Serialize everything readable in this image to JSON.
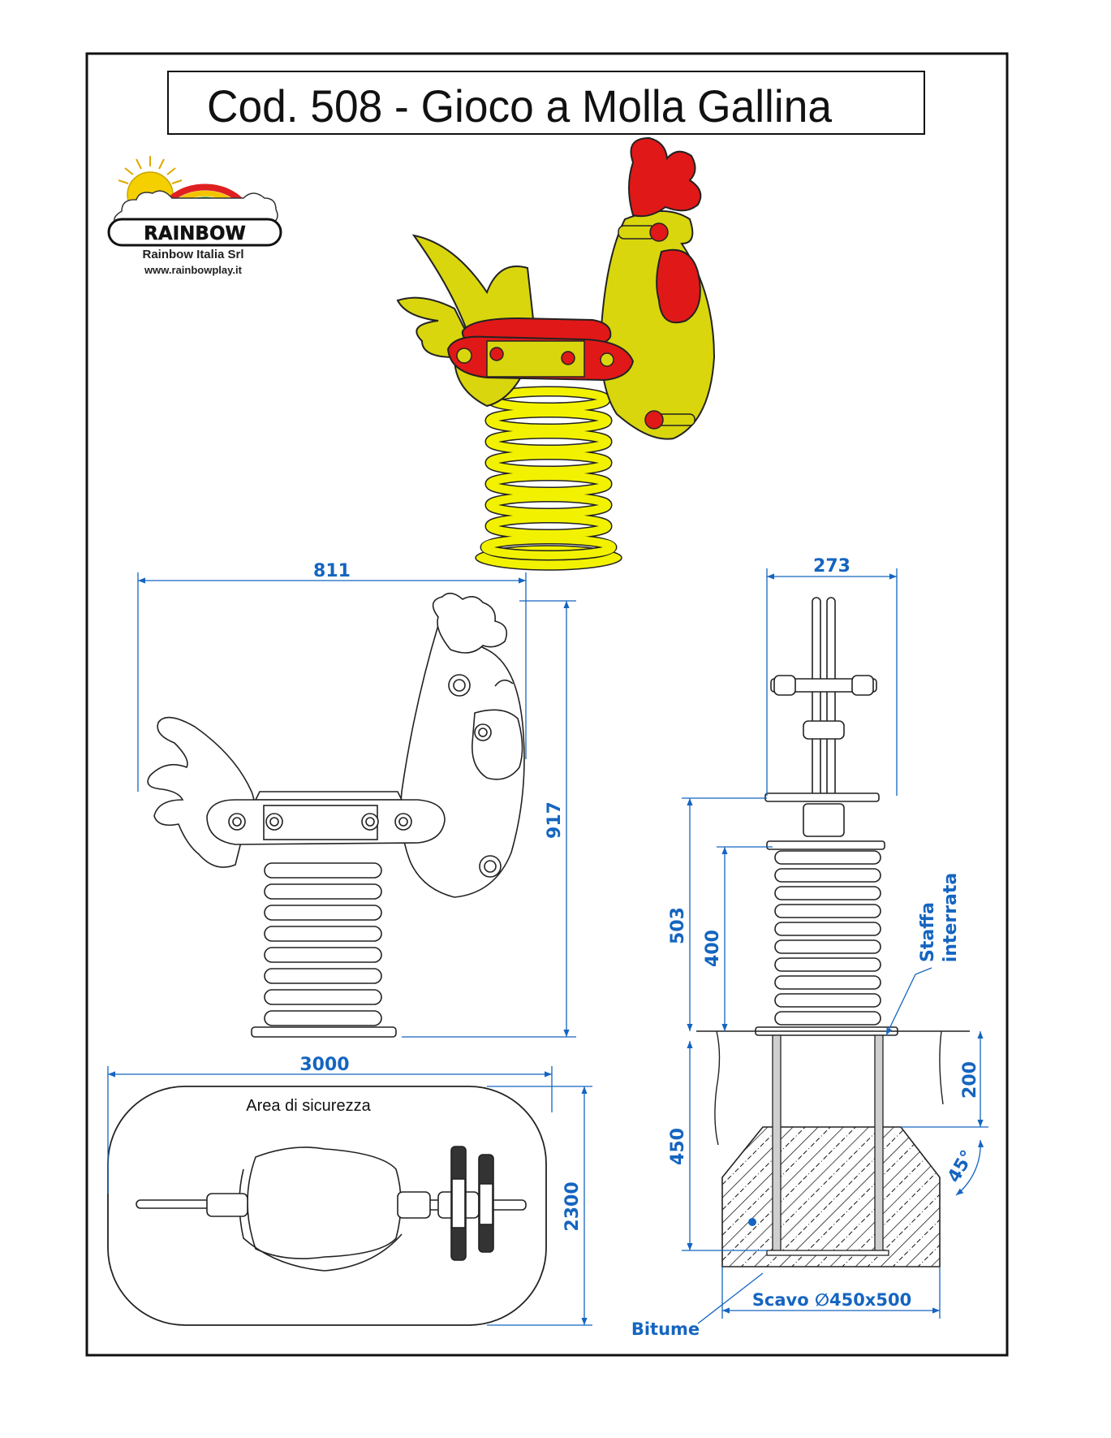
{
  "title": "Cod. 508 - Gioco a Molla Gallina",
  "logo": {
    "brand": "RAINBOW",
    "company": "Rainbow Italia Srl",
    "website": "www.rainbowplay.it"
  },
  "colors": {
    "dimension_blue": "#1565c0",
    "toy_red": "#e01818",
    "toy_yellow": "#d9d60e",
    "spring_yellow": "#f2f200"
  },
  "dimensions": {
    "side_width": "811",
    "side_height": "917",
    "front_width": "273",
    "total_height": "503",
    "spring_height": "400",
    "safety_length": "3000",
    "safety_width": "2300",
    "excavation_depth": "450",
    "bracket_depth": "200",
    "angle": "45°"
  },
  "labels": {
    "safety_area": "Area di sicurezza",
    "bracket_line1": "Staffa",
    "bracket_line2": "interrata",
    "excavation": "Scavo ∅450x500",
    "bitumen": "Bitume"
  }
}
